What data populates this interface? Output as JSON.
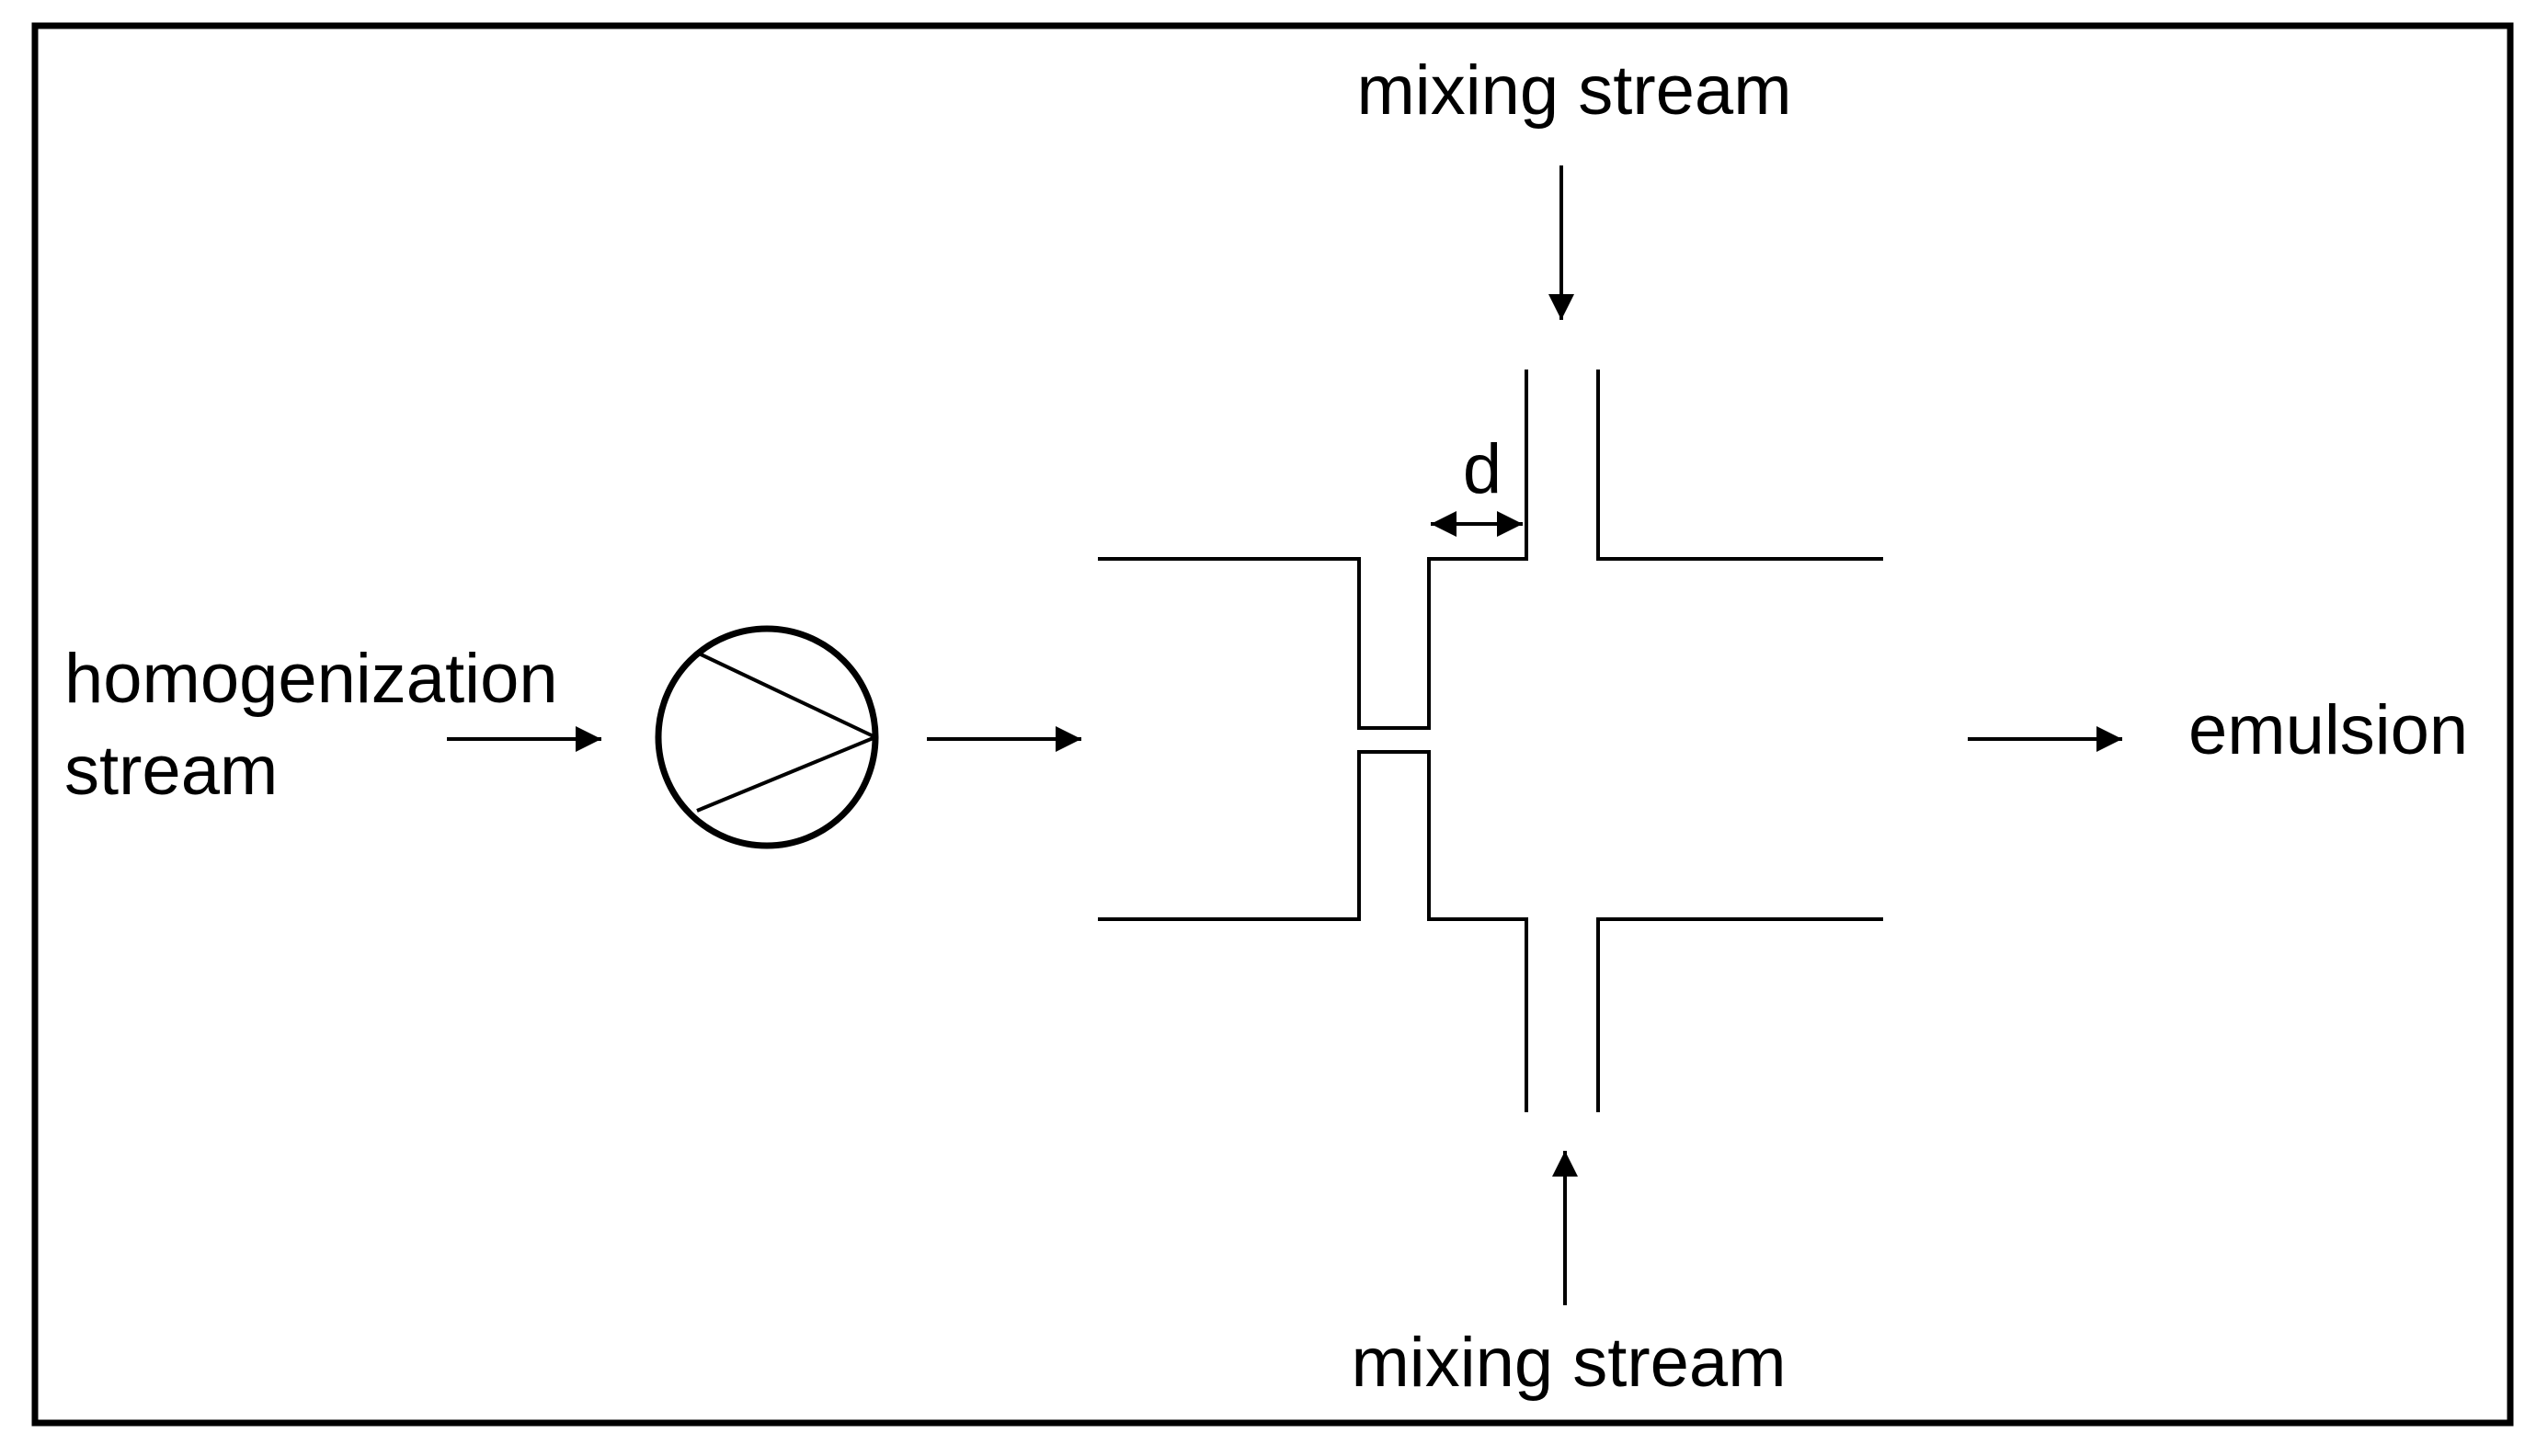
{
  "labels": {
    "mixing_stream_top": "mixing stream",
    "mixing_stream_bottom": "mixing stream",
    "homogenization_line1": "homogenization",
    "homogenization_line2": "stream",
    "emulsion": "emulsion",
    "gap_symbol": "d"
  },
  "colors": {
    "line": "#000000",
    "background": "#ffffff"
  },
  "icons": {
    "pump": "pump-icon"
  }
}
